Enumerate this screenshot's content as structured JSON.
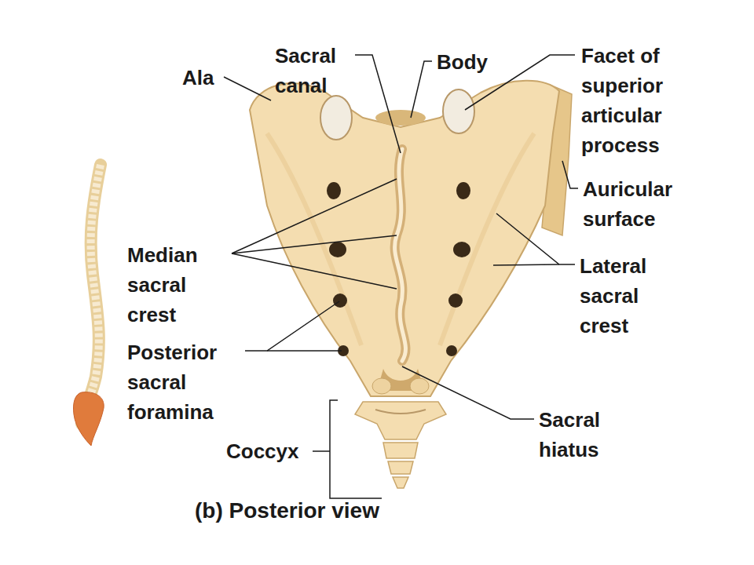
{
  "diagram": {
    "caption": "(b) Posterior view",
    "labels": [
      "Ala",
      "Sacral canal",
      "Body",
      "Facet of superior articular process",
      "Auricular surface",
      "Median sacral crest",
      "Lateral sacral crest",
      "Posterior sacral foramina",
      "Coccyx",
      "Sacral hiatus"
    ]
  }
}
